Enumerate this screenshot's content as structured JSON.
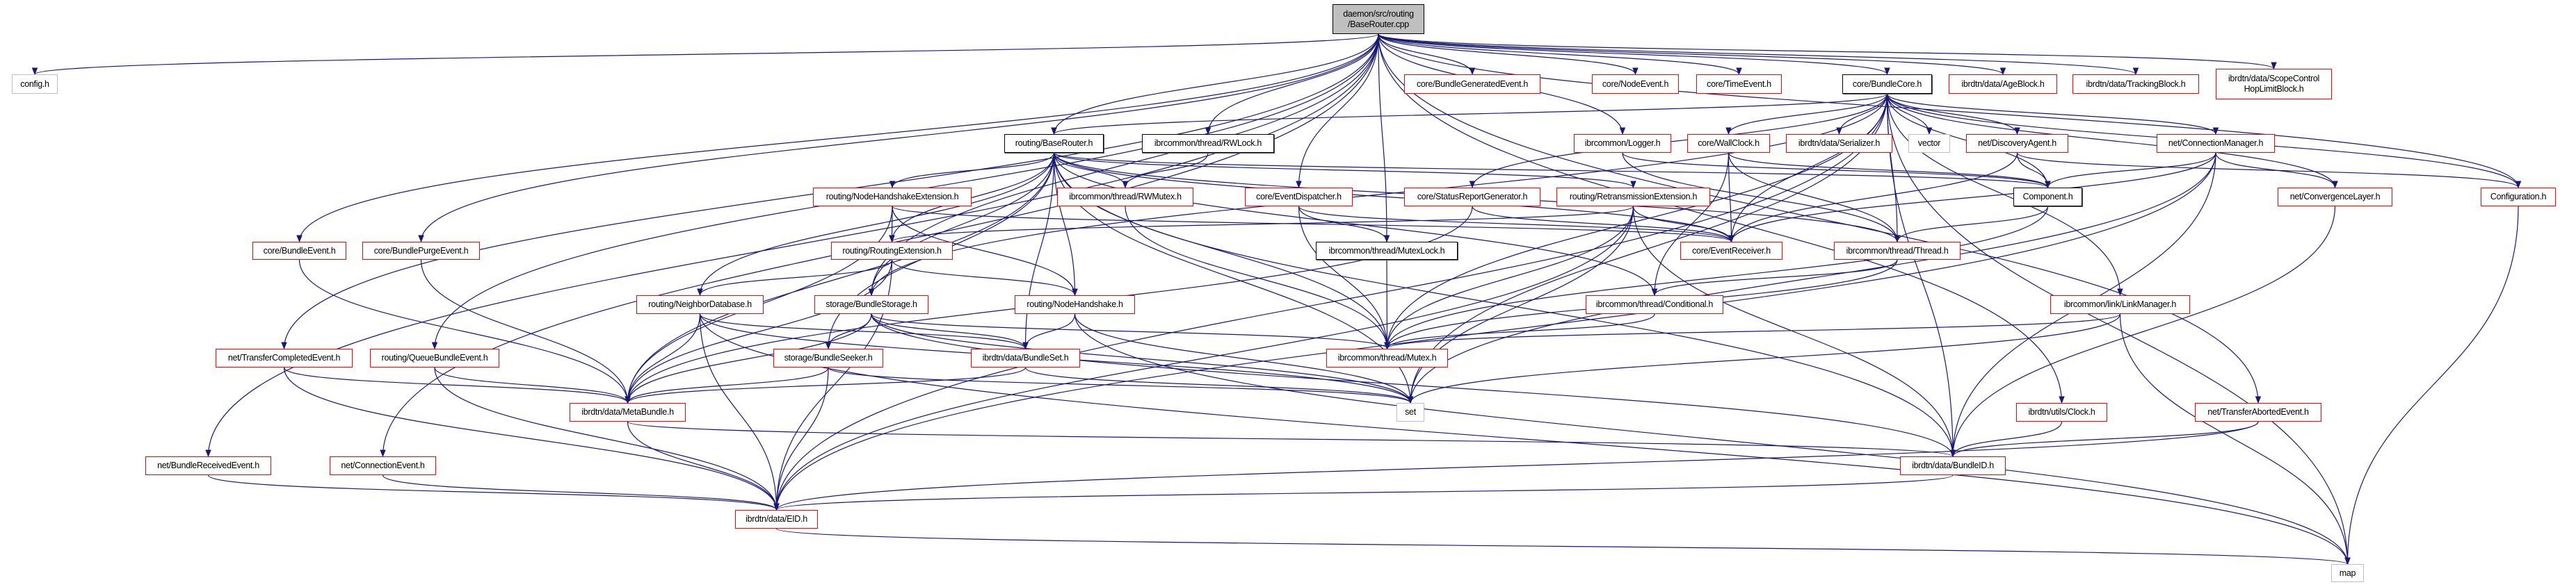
{
  "colors": {
    "edge": "#191970",
    "red_border": "#ff0000",
    "gray_border": "#bfbfbf",
    "root_fill": "#bfbfbf"
  },
  "nodes": [
    {
      "id": "root",
      "label": "daemon/src/routing\n/BaseRouter.cpp",
      "style": "root"
    },
    {
      "id": "config",
      "label": "config.h",
      "style": "gray"
    },
    {
      "id": "bge",
      "label": "core/BundleGeneratedEvent.h",
      "style": "red"
    },
    {
      "id": "nodeev",
      "label": "core/NodeEvent.h",
      "style": "red"
    },
    {
      "id": "timeev",
      "label": "core/TimeEvent.h",
      "style": "red"
    },
    {
      "id": "core",
      "label": "core/BundleCore.h",
      "style": "black"
    },
    {
      "id": "age",
      "label": "ibrdtn/data/AgeBlock.h",
      "style": "red"
    },
    {
      "id": "track",
      "label": "ibrdtn/data/TrackingBlock.h",
      "style": "red"
    },
    {
      "id": "scope",
      "label": "ibrdtn/data/ScopeControl\nHopLimitBlock.h",
      "style": "red"
    },
    {
      "id": "brh",
      "label": "routing/BaseRouter.h",
      "style": "black"
    },
    {
      "id": "rwlock",
      "label": "ibrcommon/thread/RWLock.h",
      "style": "black"
    },
    {
      "id": "logger",
      "label": "ibrcommon/Logger.h",
      "style": "red"
    },
    {
      "id": "wallclock",
      "label": "core/WallClock.h",
      "style": "red"
    },
    {
      "id": "serializer",
      "label": "ibrdtn/data/Serializer.h",
      "style": "red"
    },
    {
      "id": "vector",
      "label": "vector",
      "style": "gray"
    },
    {
      "id": "disc",
      "label": "net/DiscoveryAgent.h",
      "style": "red"
    },
    {
      "id": "connmgr",
      "label": "net/ConnectionManager.h",
      "style": "red"
    },
    {
      "id": "nhe",
      "label": "routing/NodeHandshakeExtension.h",
      "style": "red"
    },
    {
      "id": "rwmutex",
      "label": "ibrcommon/thread/RWMutex.h",
      "style": "red"
    },
    {
      "id": "evdisp",
      "label": "core/EventDispatcher.h",
      "style": "red"
    },
    {
      "id": "srg",
      "label": "core/StatusReportGenerator.h",
      "style": "red"
    },
    {
      "id": "retx",
      "label": "routing/RetransmissionExtension.h",
      "style": "red"
    },
    {
      "id": "component",
      "label": "Component.h",
      "style": "black"
    },
    {
      "id": "cl",
      "label": "net/ConvergenceLayer.h",
      "style": "red"
    },
    {
      "id": "configuration",
      "label": "Configuration.h",
      "style": "red"
    },
    {
      "id": "bundleev",
      "label": "core/BundleEvent.h",
      "style": "red"
    },
    {
      "id": "purge",
      "label": "core/BundlePurgeEvent.h",
      "style": "red"
    },
    {
      "id": "routext",
      "label": "routing/RoutingExtension.h",
      "style": "red"
    },
    {
      "id": "mutexlock",
      "label": "ibrcommon/thread/MutexLock.h",
      "style": "black"
    },
    {
      "id": "evrecv",
      "label": "core/EventReceiver.h",
      "style": "red"
    },
    {
      "id": "thread",
      "label": "ibrcommon/thread/Thread.h",
      "style": "red"
    },
    {
      "id": "neighbor",
      "label": "routing/NeighborDatabase.h",
      "style": "red"
    },
    {
      "id": "storage",
      "label": "storage/BundleStorage.h",
      "style": "red"
    },
    {
      "id": "nodehs",
      "label": "routing/NodeHandshake.h",
      "style": "red"
    },
    {
      "id": "conditional",
      "label": "ibrcommon/thread/Conditional.h",
      "style": "red"
    },
    {
      "id": "linkmgr",
      "label": "ibrcommon/link/LinkManager.h",
      "style": "red"
    },
    {
      "id": "tce",
      "label": "net/TransferCompletedEvent.h",
      "style": "red"
    },
    {
      "id": "qbe",
      "label": "routing/QueueBundleEvent.h",
      "style": "red"
    },
    {
      "id": "seeker",
      "label": "storage/BundleSeeker.h",
      "style": "red"
    },
    {
      "id": "bundleset",
      "label": "ibrdtn/data/BundleSet.h",
      "style": "red"
    },
    {
      "id": "mutex",
      "label": "ibrcommon/thread/Mutex.h",
      "style": "red"
    },
    {
      "id": "metabundle",
      "label": "ibrdtn/data/MetaBundle.h",
      "style": "red"
    },
    {
      "id": "set",
      "label": "set",
      "style": "gray"
    },
    {
      "id": "clock",
      "label": "ibrdtn/utils/Clock.h",
      "style": "red"
    },
    {
      "id": "tae",
      "label": "net/TransferAbortedEvent.h",
      "style": "red"
    },
    {
      "id": "bre",
      "label": "net/BundleReceivedEvent.h",
      "style": "red"
    },
    {
      "id": "connev",
      "label": "net/ConnectionEvent.h",
      "style": "red"
    },
    {
      "id": "bundleid",
      "label": "ibrdtn/data/BundleID.h",
      "style": "red"
    },
    {
      "id": "eid",
      "label": "ibrdtn/data/EID.h",
      "style": "red"
    },
    {
      "id": "map",
      "label": "map",
      "style": "gray"
    }
  ],
  "edges": [
    [
      "root",
      "config"
    ],
    [
      "root",
      "brh"
    ],
    [
      "root",
      "rwlock"
    ],
    [
      "root",
      "evdisp"
    ],
    [
      "root",
      "mutexlock"
    ],
    [
      "root",
      "bge"
    ],
    [
      "root",
      "nodeev"
    ],
    [
      "root",
      "timeev"
    ],
    [
      "root",
      "logger"
    ],
    [
      "root",
      "core"
    ],
    [
      "root",
      "age"
    ],
    [
      "root",
      "track"
    ],
    [
      "root",
      "scope"
    ],
    [
      "root",
      "configuration"
    ],
    [
      "root",
      "clock"
    ],
    [
      "root",
      "tae"
    ],
    [
      "root",
      "storage"
    ],
    [
      "root",
      "bundleev"
    ],
    [
      "root",
      "purge"
    ],
    [
      "root",
      "tce"
    ],
    [
      "root",
      "qbe"
    ],
    [
      "root",
      "bre"
    ],
    [
      "root",
      "connev"
    ],
    [
      "core",
      "brh"
    ],
    [
      "core",
      "wallclock"
    ],
    [
      "core",
      "serializer"
    ],
    [
      "core",
      "vector"
    ],
    [
      "core",
      "disc"
    ],
    [
      "core",
      "connmgr"
    ],
    [
      "core",
      "component"
    ],
    [
      "core",
      "cl"
    ],
    [
      "core",
      "configuration"
    ],
    [
      "core",
      "evrecv"
    ],
    [
      "core",
      "thread"
    ],
    [
      "core",
      "srg"
    ],
    [
      "core",
      "storage"
    ],
    [
      "core",
      "linkmgr"
    ],
    [
      "core",
      "set"
    ],
    [
      "core",
      "map"
    ],
    [
      "core",
      "mutex"
    ],
    [
      "core",
      "eid"
    ],
    [
      "core",
      "bundleid"
    ],
    [
      "brh",
      "nhe"
    ],
    [
      "brh",
      "rwmutex"
    ],
    [
      "brh",
      "routext"
    ],
    [
      "brh",
      "neighbor"
    ],
    [
      "brh",
      "storage"
    ],
    [
      "brh",
      "nodehs"
    ],
    [
      "brh",
      "metabundle"
    ],
    [
      "brh",
      "bundleset"
    ],
    [
      "brh",
      "mutex"
    ],
    [
      "brh",
      "retx"
    ],
    [
      "brh",
      "component"
    ],
    [
      "brh",
      "evrecv"
    ],
    [
      "brh",
      "thread"
    ],
    [
      "brh",
      "conditional"
    ],
    [
      "brh",
      "set"
    ],
    [
      "brh",
      "bundleid"
    ],
    [
      "brh",
      "seeker"
    ],
    [
      "rwlock",
      "rwmutex"
    ],
    [
      "nhe",
      "routext"
    ],
    [
      "nhe",
      "evrecv"
    ],
    [
      "nhe",
      "nodehs"
    ],
    [
      "nhe",
      "metabundle"
    ],
    [
      "rwmutex",
      "mutex"
    ],
    [
      "evdisp",
      "mutexlock"
    ],
    [
      "evdisp",
      "evrecv"
    ],
    [
      "evdisp",
      "mutex"
    ],
    [
      "srg",
      "evrecv"
    ],
    [
      "srg",
      "metabundle"
    ],
    [
      "retx",
      "routext"
    ],
    [
      "retx",
      "evrecv"
    ],
    [
      "retx",
      "mutex"
    ],
    [
      "retx",
      "set"
    ],
    [
      "retx",
      "bundleid"
    ],
    [
      "retx",
      "eid"
    ],
    [
      "routext",
      "neighbor"
    ],
    [
      "routext",
      "nodehs"
    ],
    [
      "routext",
      "eid"
    ],
    [
      "routext",
      "metabundle"
    ],
    [
      "mutexlock",
      "mutex"
    ],
    [
      "thread",
      "mutex"
    ],
    [
      "thread",
      "conditional"
    ],
    [
      "logger",
      "thread"
    ],
    [
      "logger",
      "component"
    ],
    [
      "wallclock",
      "component"
    ],
    [
      "wallclock",
      "thread"
    ],
    [
      "wallclock",
      "evrecv"
    ],
    [
      "wallclock",
      "conditional"
    ],
    [
      "disc",
      "component"
    ],
    [
      "disc",
      "evrecv"
    ],
    [
      "disc",
      "configuration"
    ],
    [
      "connmgr",
      "component"
    ],
    [
      "connmgr",
      "cl"
    ],
    [
      "connmgr",
      "evrecv"
    ],
    [
      "connmgr",
      "set"
    ],
    [
      "connmgr",
      "eid"
    ],
    [
      "connmgr",
      "bundleid"
    ],
    [
      "component",
      "thread"
    ],
    [
      "component",
      "mutex"
    ],
    [
      "cl",
      "bundleid"
    ],
    [
      "configuration",
      "map"
    ],
    [
      "neighbor",
      "bundleset"
    ],
    [
      "neighbor",
      "metabundle"
    ],
    [
      "neighbor",
      "eid"
    ],
    [
      "neighbor",
      "map"
    ],
    [
      "neighbor",
      "set"
    ],
    [
      "storage",
      "seeker"
    ],
    [
      "storage",
      "bundleset"
    ],
    [
      "storage",
      "metabundle"
    ],
    [
      "storage",
      "mutex"
    ],
    [
      "storage",
      "set"
    ],
    [
      "storage",
      "bundleid"
    ],
    [
      "nodehs",
      "bundleset"
    ],
    [
      "nodehs",
      "set"
    ],
    [
      "nodehs",
      "map"
    ],
    [
      "conditional",
      "mutex"
    ],
    [
      "linkmgr",
      "mutex"
    ],
    [
      "linkmgr",
      "set"
    ],
    [
      "linkmgr",
      "map"
    ],
    [
      "tce",
      "metabundle"
    ],
    [
      "tce",
      "eid"
    ],
    [
      "qbe",
      "metabundle"
    ],
    [
      "qbe",
      "eid"
    ],
    [
      "seeker",
      "metabundle"
    ],
    [
      "seeker",
      "eid"
    ],
    [
      "seeker",
      "set"
    ],
    [
      "bundleset",
      "metabundle"
    ],
    [
      "bundleset",
      "set"
    ],
    [
      "metabundle",
      "bundleid"
    ],
    [
      "metabundle",
      "eid"
    ],
    [
      "clock",
      "bundleid"
    ],
    [
      "tae",
      "bundleid"
    ],
    [
      "tae",
      "eid"
    ],
    [
      "bundleev",
      "metabundle"
    ],
    [
      "purge",
      "metabundle"
    ],
    [
      "bre",
      "eid"
    ],
    [
      "connev",
      "eid"
    ],
    [
      "bundleid",
      "eid"
    ],
    [
      "eid",
      "map"
    ]
  ]
}
